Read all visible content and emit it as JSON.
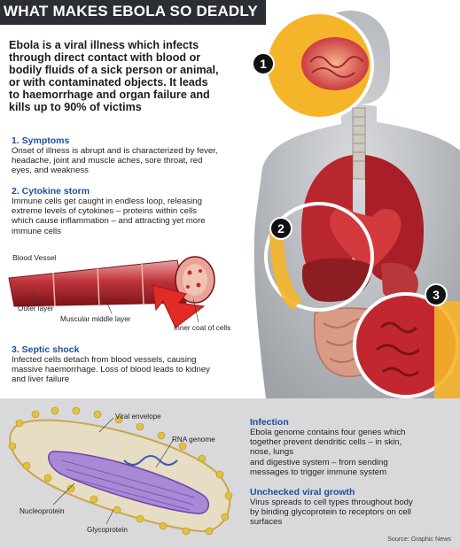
{
  "header": {
    "title": "WHAT MAKES EBOLA SO DEADLY"
  },
  "intro": {
    "line1": "Ebola is a viral illness which infects",
    "line2": "through direct contact with blood or",
    "line3": "bodily fluids of a sick person or animal,",
    "line4": "or with contaminated objects. It leads",
    "line5": "to haemorrhage and organ failure and",
    "line6": "kills up to 90% of victims"
  },
  "symptoms": {
    "title": "1. Symptoms",
    "line1": "Onset of illness is abrupt and is characterized by fever,",
    "line2": "headache, joint and muscle aches, sore throat, red",
    "line3": "eyes, and weakness"
  },
  "cytokine": {
    "title": "2. Cytokine storm",
    "line1": "Immune cells get caught in endless loop, releasing",
    "line2": "extreme levels of cytokines – proteins within cells",
    "line3": "which cause inflammation – and attracting yet more",
    "line4": "immune cells"
  },
  "vessel": {
    "title": "Blood Vessel",
    "outer": "Outer layer",
    "muscular": "Muscular middle layer",
    "inner": "Inner coat of cells"
  },
  "septic": {
    "title": "3. Septic shock",
    "line1": "Infected cells detach from blood vessels, causing",
    "line2": "massive haemorrhage. Loss of blood leads to kidney",
    "line3": "and liver failure"
  },
  "callouts": {
    "one": "1",
    "two": "2",
    "three": "3"
  },
  "virus": {
    "envelope": "Viral envelope",
    "rna": "RNA genome",
    "nucleoprotein": "Nucleoprotein",
    "glycoprotein": "Glycoprotein"
  },
  "infection": {
    "title": "Infection",
    "line1": "Ebola genome contains four genes which",
    "line2": "together prevent dendritic cells – in skin,",
    "line3": "nose, lungs",
    "line4": "and digestive system – from sending",
    "line5": "messages to trigger immune system"
  },
  "unchecked": {
    "title": "Unchecked viral growth",
    "line1": "Virus spreads to cell types throughout body",
    "line2": "by binding glycoprotein to receptors on cell",
    "line3": "surfaces"
  },
  "source": "Source: Graphic News",
  "colors": {
    "header_bg": "#2b2f33",
    "title_blue": "#1f4e9a",
    "blood_red": "#c8202a",
    "organ_red": "#b3262d",
    "brain_yellow": "#f2b21a",
    "body_grey": "#b9bcc0",
    "panel_grey": "#d9d9dc",
    "virus_purple": "#8a5fc4"
  }
}
